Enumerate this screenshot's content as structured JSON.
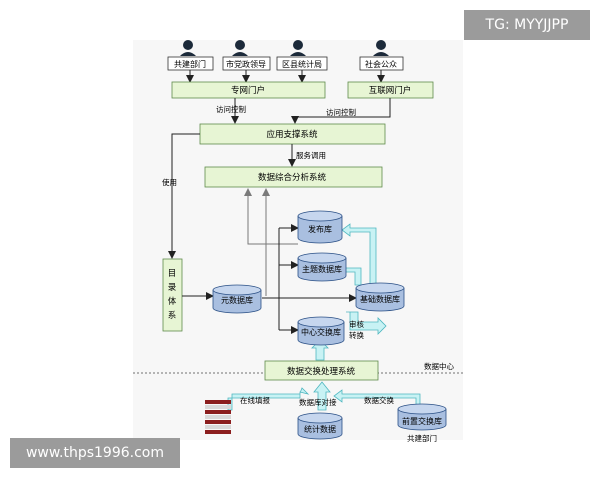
{
  "diagram": {
    "users": [
      "共建部门",
      "市党政领导",
      "区县统计局",
      "社会公众"
    ],
    "portals": {
      "private": "专网门户",
      "internet": "互联网门户"
    },
    "labels": {
      "access_control_left": "访问控制",
      "access_control_right": "访问控制",
      "service_call": "服务调用",
      "use": "使用",
      "review": "审核",
      "convert": "转换",
      "data_center": "数据中心",
      "online_report": "在线填报",
      "db_dock": "数据库对接",
      "data_exchange": "数据交换",
      "co_build_dept": "共建部门"
    },
    "systems": {
      "app_support": "应用支撑系统",
      "analysis": "数据综合分析系统",
      "exchange": "数据交换处理系统",
      "catalog": "目录体系"
    },
    "databases": {
      "publish": "发布库",
      "theme": "主题数据库",
      "meta": "元数据库",
      "base": "基础数据库",
      "center": "中心交换库",
      "stats": "统计数据",
      "front": "前置交换库"
    }
  },
  "overlays": {
    "watermark": "TG: MYYJJPP",
    "website": "www.thps1996.com"
  },
  "colors": {
    "box_fill": "#e7f5d4",
    "box_border": "#5f8a4a",
    "db_fill": "#a9bfe0",
    "db_border": "#2a4f85",
    "arrow": "#222222",
    "gray_arrow": "#7a7a7a",
    "cyan_arrow": "#c8f2f4",
    "cyan_border": "#4fb7c0"
  }
}
